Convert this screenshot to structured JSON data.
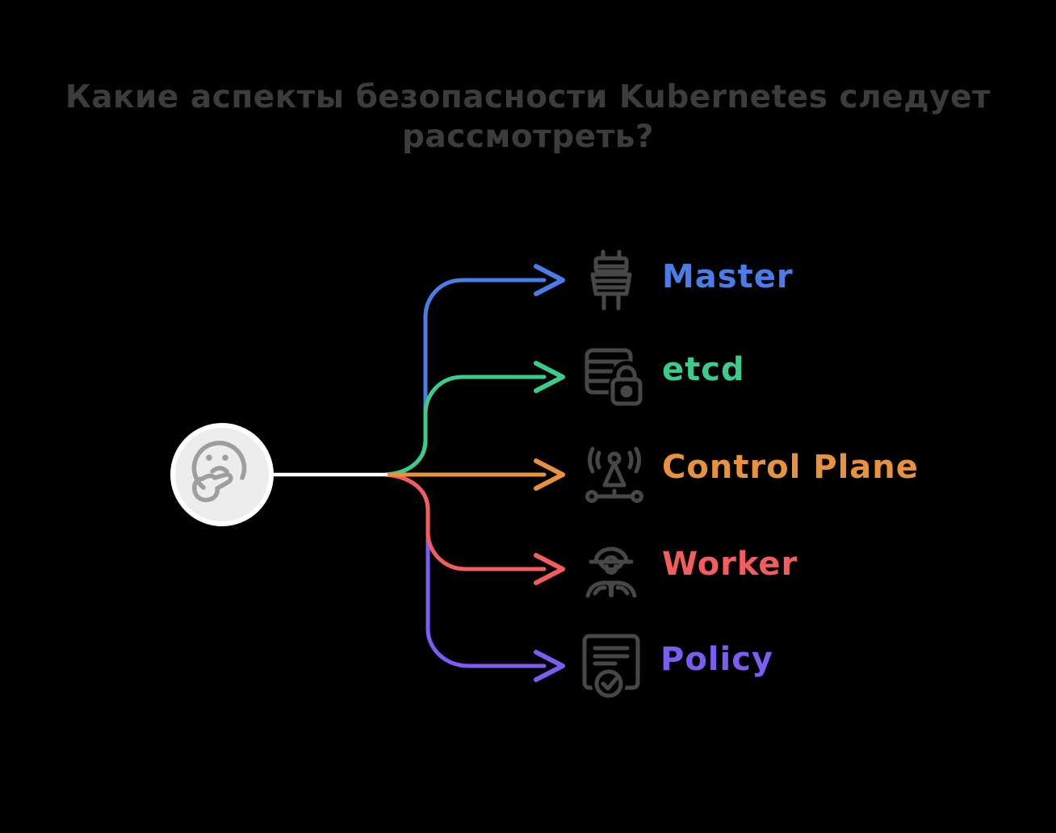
{
  "title": {
    "line1": "Какие аспекты безопасности Kubernetes следует",
    "line2": "рассмотреть?"
  },
  "colors": {
    "background": "#000000",
    "title_text": "#3c3c3c",
    "icon_stroke": "#474747",
    "connector": "#ffffff",
    "center_circle_fill": "#ededed",
    "center_circle_ring": "#ffffff",
    "center_face": "#9e9e9e"
  },
  "center": {
    "icon": "thinking-face-icon"
  },
  "branches": [
    {
      "label": "Master",
      "color": "#4b7de9",
      "icon": "control-tower-icon"
    },
    {
      "label": "etcd",
      "color": "#3bcb8a",
      "icon": "database-lock-icon"
    },
    {
      "label": "Control Plane",
      "color": "#e8923e",
      "icon": "broadcast-antenna-icon"
    },
    {
      "label": "Worker",
      "color": "#f25e5e",
      "icon": "construction-worker-icon"
    },
    {
      "label": "Policy",
      "color": "#7c5cf2",
      "icon": "policy-document-icon"
    }
  ]
}
